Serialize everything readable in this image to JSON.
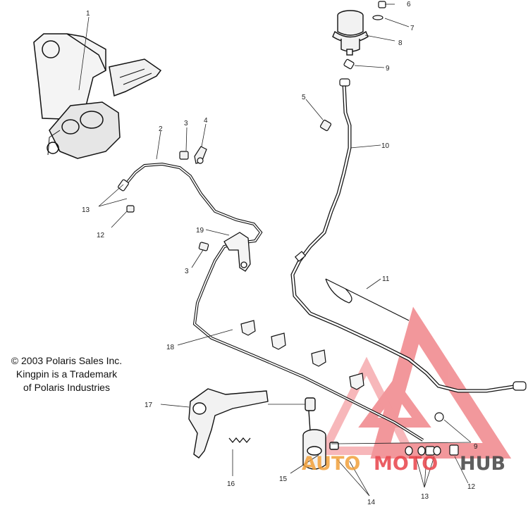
{
  "callouts": [
    {
      "id": "c1",
      "label": "1"
    },
    {
      "id": "c2",
      "label": "2"
    },
    {
      "id": "c3a",
      "label": "3"
    },
    {
      "id": "c4",
      "label": "4"
    },
    {
      "id": "c5",
      "label": "5"
    },
    {
      "id": "c6",
      "label": "6"
    },
    {
      "id": "c7",
      "label": "7"
    },
    {
      "id": "c8",
      "label": "8"
    },
    {
      "id": "c9a",
      "label": "9"
    },
    {
      "id": "c10",
      "label": "10"
    },
    {
      "id": "c11",
      "label": "11"
    },
    {
      "id": "c12a",
      "label": "12"
    },
    {
      "id": "c13a",
      "label": "13"
    },
    {
      "id": "c19",
      "label": "19"
    },
    {
      "id": "c3b",
      "label": "3"
    },
    {
      "id": "c18",
      "label": "18"
    },
    {
      "id": "c17",
      "label": "17"
    },
    {
      "id": "c16",
      "label": "16"
    },
    {
      "id": "c15",
      "label": "15"
    },
    {
      "id": "c14",
      "label": "14"
    },
    {
      "id": "c13b",
      "label": "13"
    },
    {
      "id": "c12b",
      "label": "12"
    },
    {
      "id": "c9b",
      "label": "9"
    }
  ],
  "copyright": {
    "line1": "© 2003 Polaris Sales Inc.",
    "line2": "Kingpin is a Trademark",
    "line3": "of Polaris Industries"
  },
  "watermark": {
    "text_part1": "AUTO",
    "text_part2": "MOTO",
    "text_part3": "HUB",
    "color_red": "#e8434a",
    "color_orange": "#f2a03a",
    "color_dark": "#444444"
  }
}
